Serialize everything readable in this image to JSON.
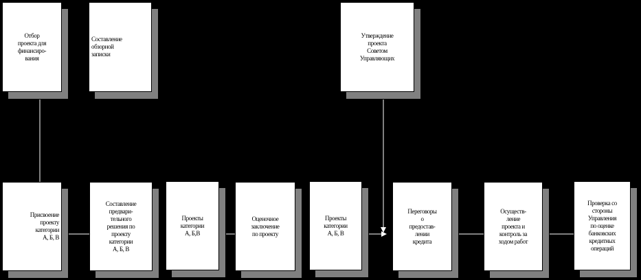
{
  "colors": {
    "background": "#000000",
    "box_fill": "#ffffff",
    "shadow": "#808080",
    "connector": "#ffffff"
  },
  "nodes": [
    {
      "id": "n1",
      "text": "Отбор\nпроекта для\nфинансиро-\nвания"
    },
    {
      "id": "n2",
      "text": "Составление\nобзорной\nзаписки"
    },
    {
      "id": "n3",
      "text": "Утверждение\nпроекта\nСоветом\nУправляющих"
    },
    {
      "id": "n4",
      "text": "Присвоение\nпроекту\nкатегории\nА, Б, В"
    },
    {
      "id": "n5",
      "text": "Составление\nпредвари-\nтельного\nрешения по\nпроекту\nкатегории\nА, Б, В"
    },
    {
      "id": "n6",
      "text": "Проекты\nкатегории\nА, Б,В"
    },
    {
      "id": "n7",
      "text": "Оценочное\nзаключение\nпо проекту"
    },
    {
      "id": "n8",
      "text": "Проекты\nкатегории\nА, Б, В"
    },
    {
      "id": "n9",
      "text": "Переговоры\nо\nпредостав-\nлении\nкредита"
    },
    {
      "id": "n10",
      "text": "Осуществ-\nление\nпроекта и\nконтроль за\nходом работ"
    },
    {
      "id": "n11",
      "text": "Проверка со\nстороны\nУправления\nпо оценке\nбанковских\nкредитных\nопераций"
    }
  ]
}
